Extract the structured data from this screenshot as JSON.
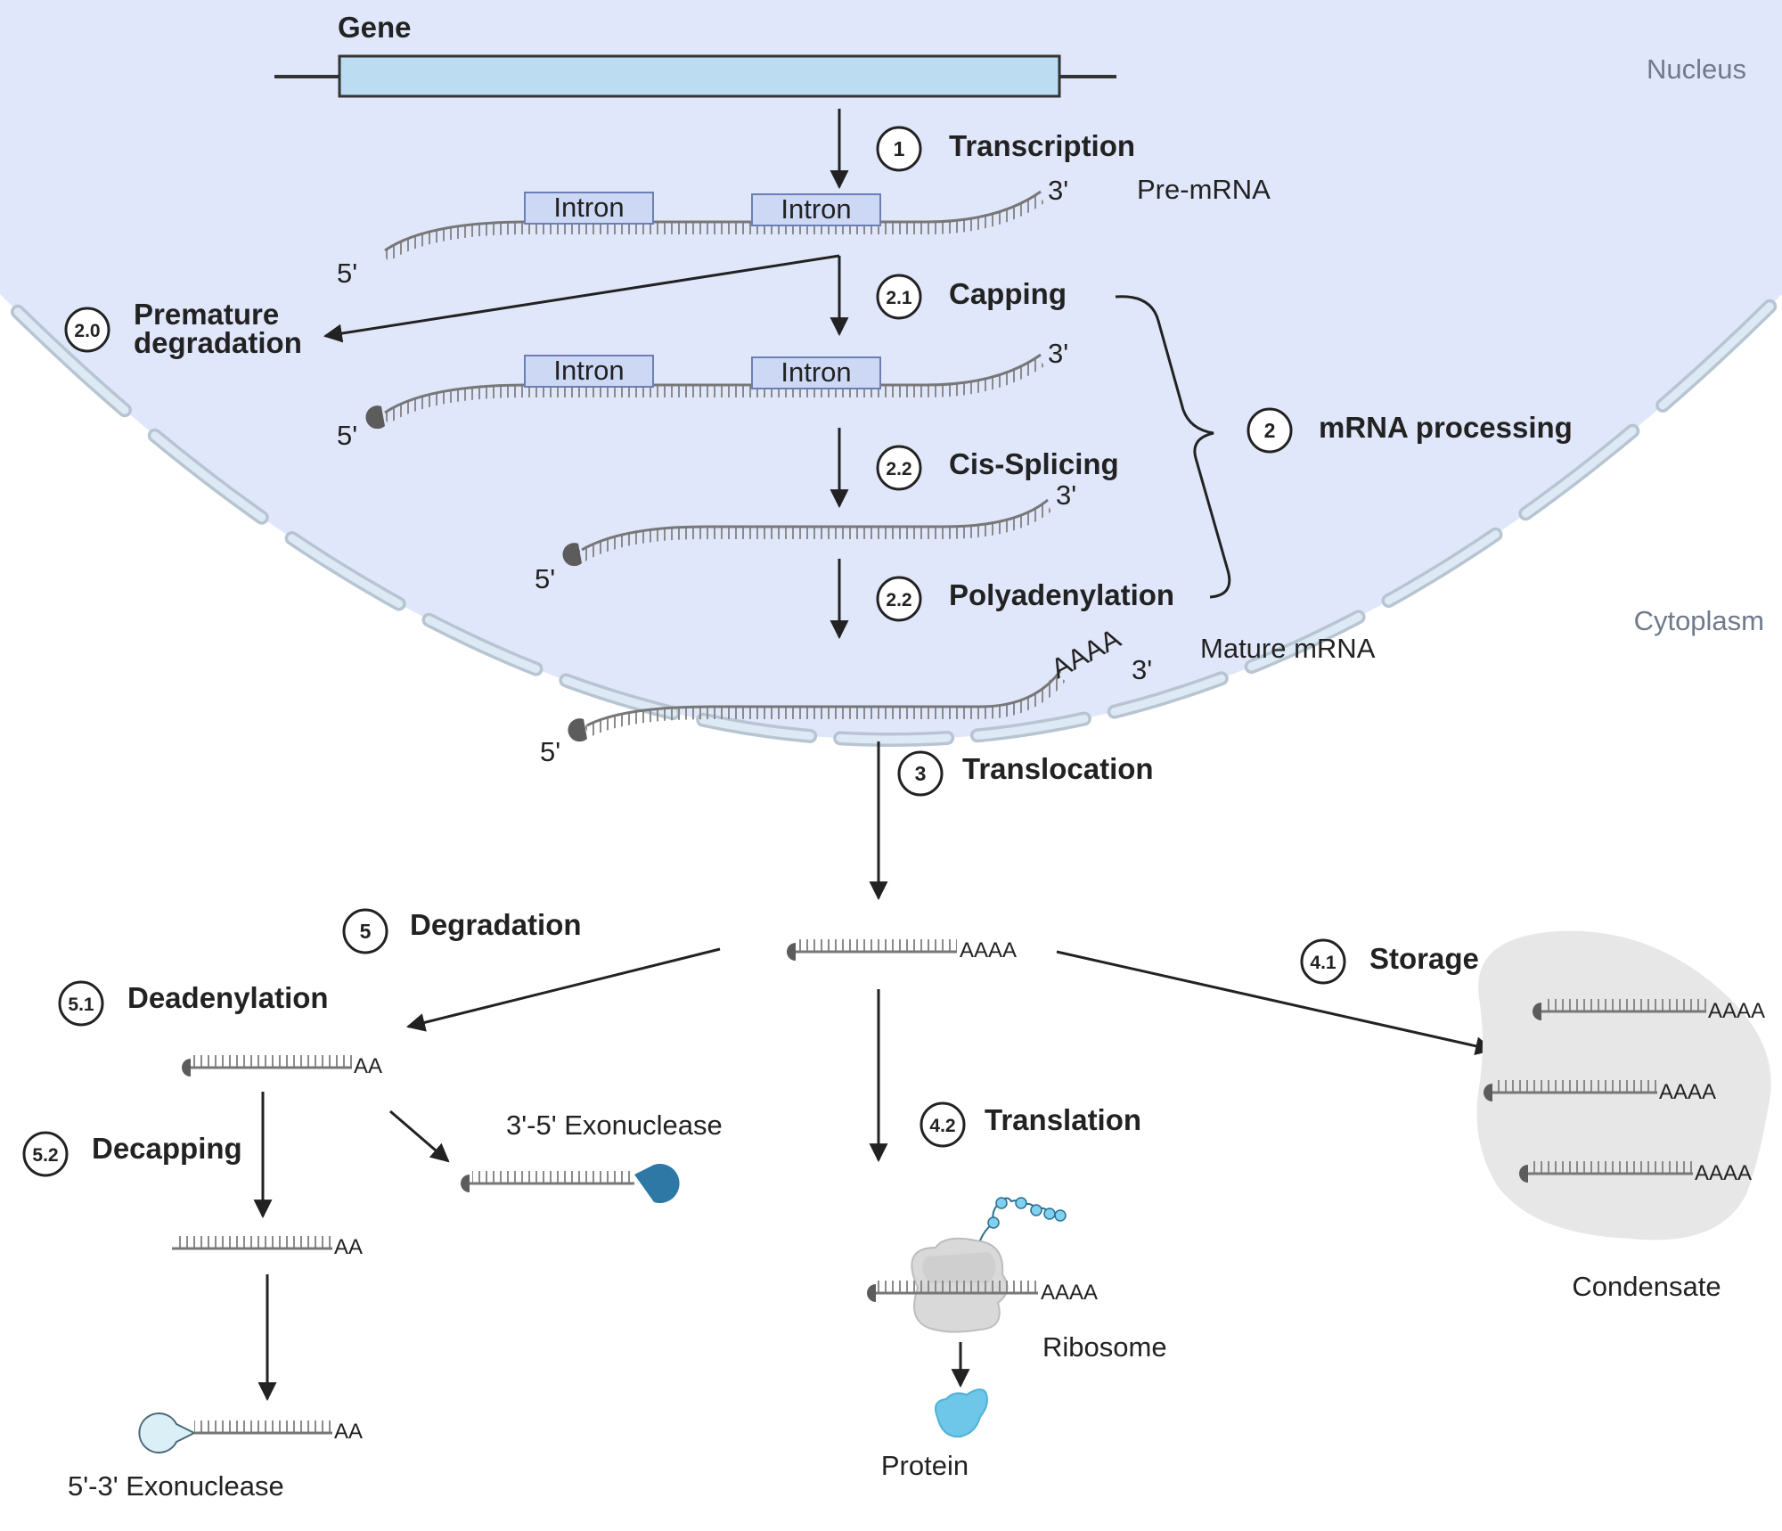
{
  "regions": {
    "nucleus": "Nucleus",
    "cytoplasm": "Cytoplasm"
  },
  "colors": {
    "nucleus_fill": "#e1e7fb",
    "nuclear_envelope": "#b7c5d2",
    "gene_box": "#bcdcf2",
    "intron_box": "#cdd8f5",
    "condensate": "#e7e7e7",
    "exonuclease_3_5": "#2e78a5",
    "exonuclease_5_3": "#dbeff6",
    "protein": "#6ec7e8",
    "ribosome": "#d9d9d9"
  },
  "gene": {
    "label": "Gene"
  },
  "pre_mrna": {
    "label": "Pre-mRNA",
    "intron_label": "Intron",
    "five_prime": "5'",
    "three_prime": "3'"
  },
  "mature_mrna": {
    "label": "Mature mRNA",
    "poly_a": "AAAA"
  },
  "steps": {
    "s1": {
      "num": "1",
      "label": "Transcription"
    },
    "s20": {
      "num": "2.0",
      "label_line1": "Premature",
      "label_line2": "degradation"
    },
    "s21": {
      "num": "2.1",
      "label": "Capping"
    },
    "s22a": {
      "num": "2.2",
      "label": "Cis-Splicing"
    },
    "s22b": {
      "num": "2.2",
      "label": "Polyadenylation"
    },
    "s2": {
      "num": "2",
      "label": "mRNA processing"
    },
    "s3": {
      "num": "3",
      "label": "Translocation"
    },
    "s5": {
      "num": "5",
      "label": "Degradation"
    },
    "s51": {
      "num": "5.1",
      "label": "Deadenylation"
    },
    "s52": {
      "num": "5.2",
      "label": "Decapping"
    },
    "s41": {
      "num": "4.1",
      "label": "Storage"
    },
    "s42": {
      "num": "4.2",
      "label": "Translation"
    }
  },
  "cytoplasm_labels": {
    "poly_a_short": "AA",
    "exo_3_5": "3'-5' Exonuclease",
    "exo_5_3": "5'-3' Exonuclease",
    "ribosome": "Ribosome",
    "protein": "Protein",
    "condensate": "Condensate"
  }
}
